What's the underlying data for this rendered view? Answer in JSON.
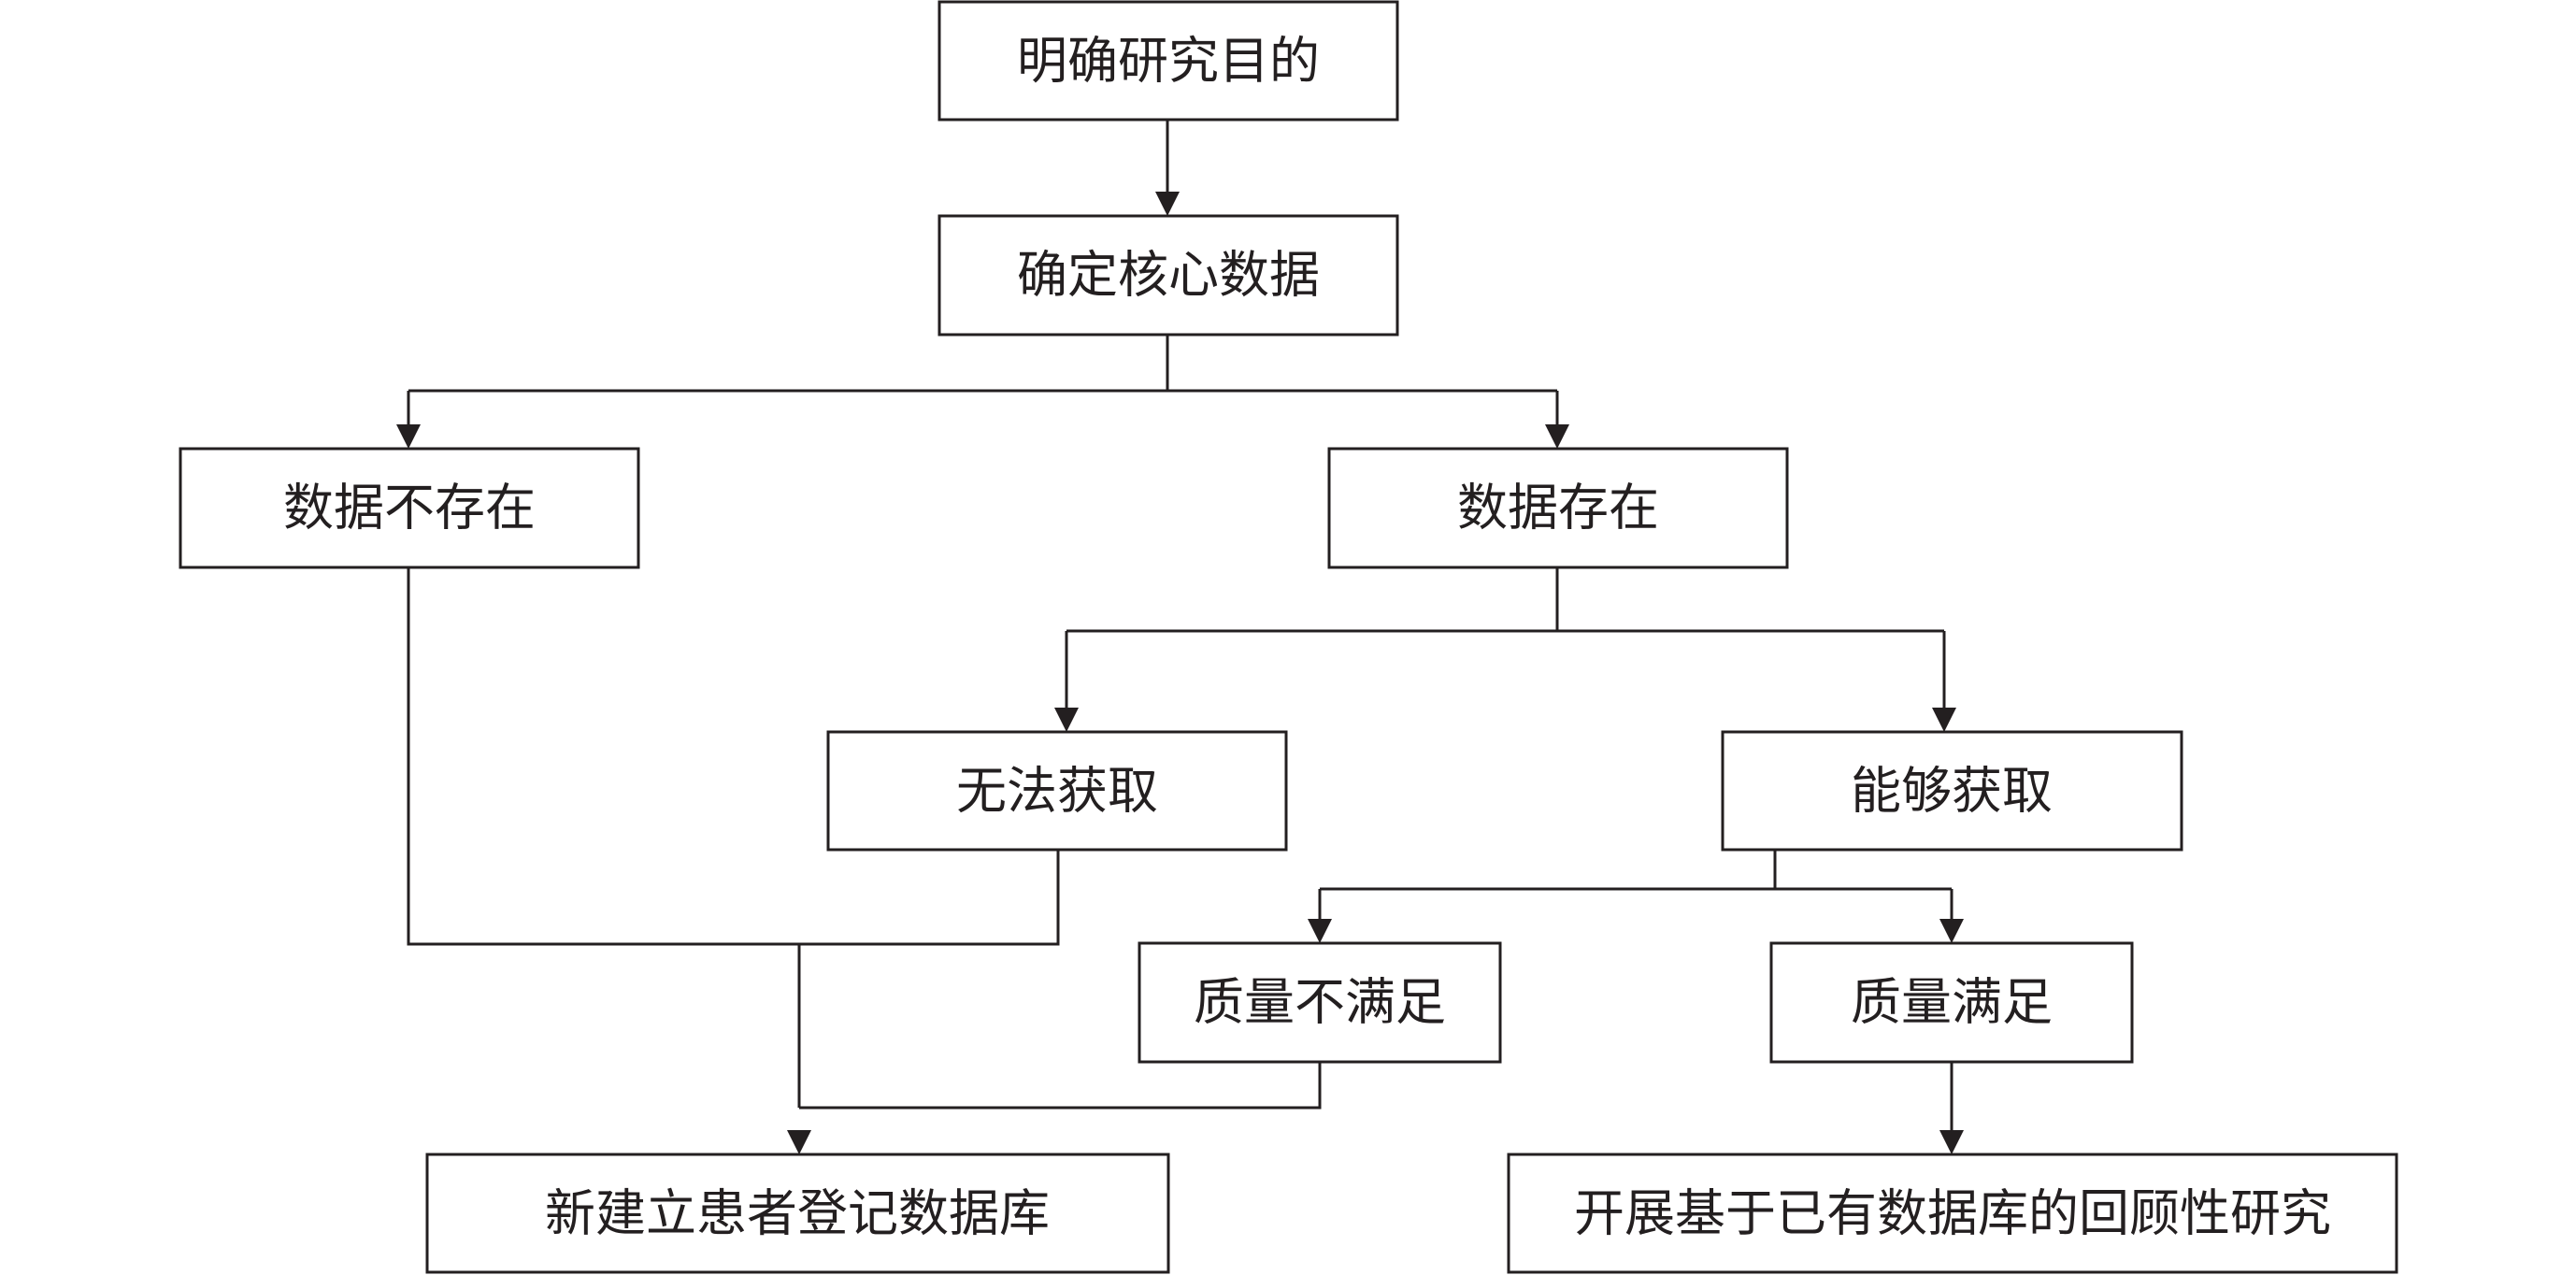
{
  "nodes": {
    "clarify_purpose": "明确研究目的",
    "define_core_data": "确定核心数据",
    "data_not_exist": "数据不存在",
    "data_exist": "数据存在",
    "cannot_obtain": "无法获取",
    "can_obtain": "能够获取",
    "quality_insufficient": "质量不满足",
    "quality_sufficient": "质量满足",
    "new_registry": "新建立患者登记数据库",
    "retrospective_study": "开展基于已有数据库的回顾性研究"
  }
}
